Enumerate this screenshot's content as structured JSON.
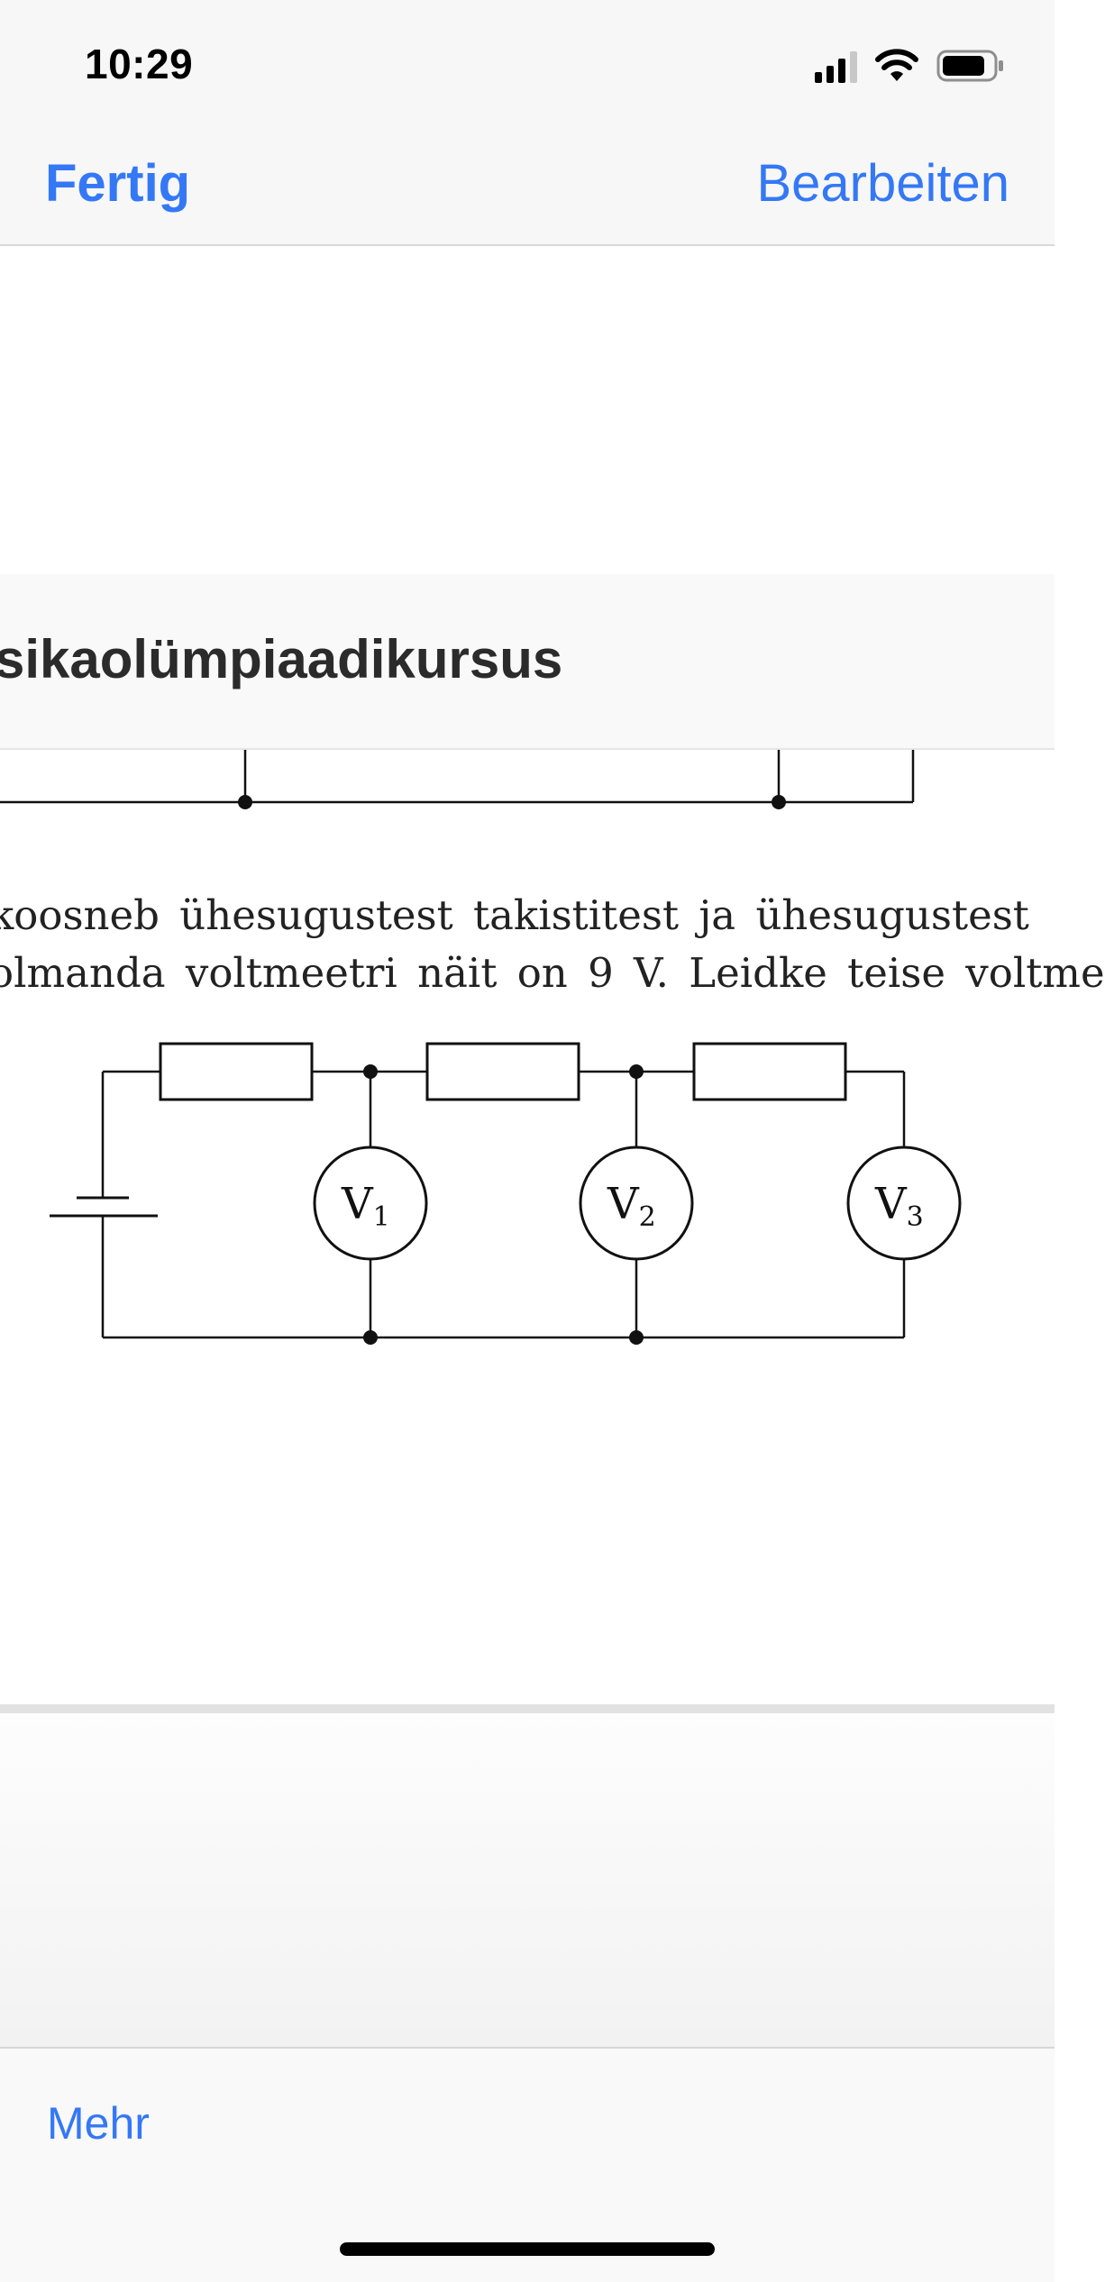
{
  "status_bar": {
    "time": "10:29",
    "icons": [
      "cellular-signal-icon",
      "wifi-icon",
      "battery-icon"
    ]
  },
  "nav": {
    "done_label": "Fertig",
    "edit_label": "Bearbeiten"
  },
  "document": {
    "title_fragment": "sikaolümpiaadikursus",
    "text_line_1": "koosneb ühesugustest takistitest ja ühesugustest",
    "text_line_2": "olmanda voltmeetri näit on 9 V. Leidke teise voltme",
    "circuit": {
      "voltmeters": [
        {
          "symbol": "V",
          "index": "1"
        },
        {
          "symbol": "V",
          "index": "2"
        },
        {
          "symbol": "V",
          "index": "3"
        }
      ]
    }
  },
  "toolbar": {
    "more_label": "Mehr"
  },
  "colors": {
    "accent": "#3478f6",
    "bar_background": "#f7f7f7"
  }
}
